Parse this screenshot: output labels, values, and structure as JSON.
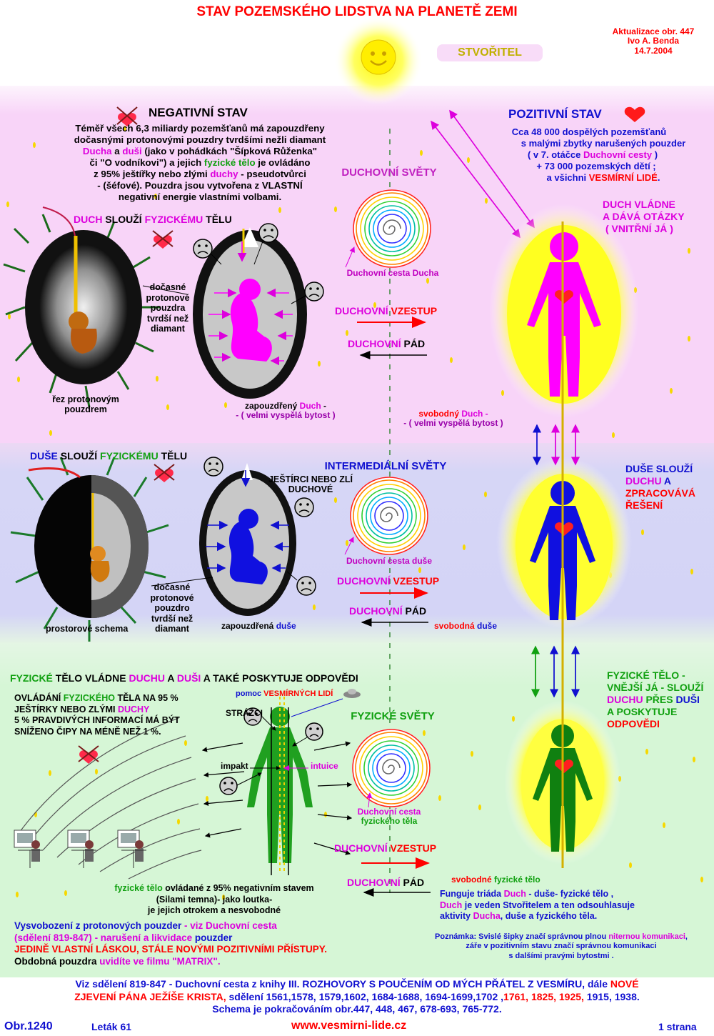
{
  "title": "STAV POZEMSKÉHO LIDSTVA NA PLANETĚ ZEMI",
  "update": {
    "line1": "Aktualizace obr. 447",
    "line2": "Ivo A. Benda",
    "line3": "14.7.2004"
  },
  "creator": "STVOŘITEL",
  "negative": {
    "heading": "NEGATIVNÍ STAV",
    "para": [
      {
        "a": "Téměř všech 6,3 miliardy pozemšťanů má zapouzdřeny"
      },
      {
        "a": "dočasnými  protonovými pouzdry tvrdšími nežli diamant"
      },
      {
        "m1": "Ducha",
        "a": " a ",
        "m2": "duši",
        "b": " (jako v pohádkách \"Šípková Růženka\""
      },
      {
        "a": "či \"O vodníkovi\")  a jejich  ",
        "g": "fyzické tělo",
        "b": " je ovládáno"
      },
      {
        "a": " z 95% ještířky nebo zlými ",
        "m": "duchy",
        "b": "  - pseudotvůrci"
      },
      {
        "a": "- (šéfové). Pouzdra jsou vytvořena z VLASTNÍ"
      },
      {
        "a": "negativní energie vlastními volbami."
      }
    ]
  },
  "positive": {
    "heading": "POZITIVNÍ STAV",
    "line1": "Cca 48 000 dospělých pozemšťanů",
    "line2": "s malými zbytky narušených pouzder",
    "line3a": "( v 7. otáčce ",
    "line3b": "Duchovní cesty",
    "line3c": " )",
    "line4": "+ 73 000 pozemských dětí ;",
    "line5a": "a všichni ",
    "line5b": "VESMÍRNÍ LIDÉ",
    "line5c": "."
  },
  "row1": {
    "heading_a": "DUCH",
    "heading_b": " SLOUŽÍ ",
    "heading_c": "FYZICKÉMU",
    "heading_d": " TĚLU",
    "pod_label": [
      "dočasné",
      "protonové",
      "pouzdra",
      "tvrdší než",
      "diamant"
    ],
    "section_label": [
      "řez protonovým",
      "pouzdrem"
    ],
    "caption_a": "zapouzdřený  ",
    "caption_b": "Duch",
    "caption_c": " -",
    "caption_d": "- ( velmi vyspělá bytost )",
    "world": "DUCHOVNÍ SVĚTY",
    "spiral_label": "Duchovní cesta Ducha",
    "up_a": "DUCHOVNÍ",
    "up_b": " VZESTUP",
    "down_a": "DUCHOVNÍ",
    "down_b": " PÁD",
    "free_a": "svobodný",
    "free_b": "  Duch -",
    "free_c": "- ( velmi vyspělá bytost )",
    "right": [
      "DUCH VLÁDNE",
      "A DÁVÁ OTÁZKY",
      "( VNITŘNÍ JÁ )"
    ]
  },
  "row2": {
    "heading_a": "DUŠE",
    "heading_b": " SLOUŽÍ ",
    "heading_c": "FYZICKÉMU",
    "heading_d": " TĚLU",
    "lizard": [
      "JEŠTÍRCI NEBO ZLÍ",
      "DUCHOVÉ"
    ],
    "pod_label": [
      "dočasné",
      "protonové",
      "pouzdro",
      "tvrdší než",
      "diamant"
    ],
    "section_label": "prostorové schema",
    "caption_a": "zapouzdřená ",
    "caption_b": "duše",
    "world": "INTERMEDIÁLNÍ SVĚTY",
    "spiral_label": "Duchovní cesta duše",
    "up_a": "DUCHOVNÍ",
    "up_b": " VZESTUP",
    "down_a": "DUCHOVNÍ",
    "down_b": " PÁD",
    "free_a": "svobodná",
    "free_b": "  duše",
    "right_a": "DUŠE SLOUŽÍ",
    "right_b": "DUCHU",
    "right_c": " A",
    "right_d": "ZPRACOVÁVÁ",
    "right_e": "ŘEŠENÍ"
  },
  "row3": {
    "heading_a": "FYZICKÉ",
    "heading_b": " TĚLO VLÁDNE ",
    "heading_c": "DUCHU",
    "heading_d": " A ",
    "heading_e": "DUŠI",
    "heading_f": " A TAKÉ POSKYTUJE ODPOVĚDI",
    "ctrl1a": "OVLÁDÁNÍ ",
    "ctrl1b": "FYZICKÉHO",
    "ctrl1c": " TĚLA NA 95 %",
    "ctrl2a": "JEŠTÍRKY NEBO ZLÝMI ",
    "ctrl2b": "DUCHY",
    "ctrl3": "5 % PRAVDIVÝCH INFORMACÍ MÁ BÝT",
    "ctrl4": "SNÍŽENO ČIPY NA MÉNĚ NEŽ 1 %.",
    "help_a": "pomoc ",
    "help_b": "VESMÍRNÝCH LIDÍ",
    "guards": "STRÁŽCI",
    "impact": "impakt",
    "intuition": "intuice",
    "world": "FYZICKÉ SVĚTY",
    "spiral_label1": "Duchovní cesta",
    "spiral_label2": "fyzického těla",
    "up_a": "DUCHOVNÍ",
    "up_b": " VZESTUP",
    "down_a": "DUCHOVNÍ",
    "down_b": " PÁD",
    "body1a": "fyzické tělo",
    "body1b": "  ovládané z 95% negativním  stavem",
    "body2": "(Silami temna)- jako loutka-",
    "body3": "je jejich otrokem a nesvobodné",
    "free_a": "svobodné",
    "free_b": "  fyzické tělo",
    "triad1a": "Funguje triáda ",
    "triad1b": "Duch",
    "triad1c": " - duše- fyzické tělo ,",
    "triad2a": "Duch",
    "triad2b": "  je veden Stvořitelem a ten  odsouhlasuje",
    "triad3a": "aktivity ",
    "triad3b": "Ducha",
    "triad3c": ", duše a  fyzického těla.",
    "right_a": "FYZICKÉ TĚLO -",
    "right_b": "VNĚJŠÍ JÁ - SLOUŽÍ",
    "right_c": "DUCHU",
    "right_d": " PŘES ",
    "right_e": "DUŠI",
    "right_f": "A POSKYTUJE",
    "right_g": "ODPOVĚDI",
    "lib1a": "Vysvobození z  protonových pouzder ",
    "lib1b": "- viz Duchovní cesta",
    "lib2a": "(sdělení 819-847)",
    "lib2b": " - narušení a likvidace ",
    "lib2c": "pouzder",
    "lib3": "JEDINĚ VLASTNÍ LÁSKOU, STÁLE NOVÝMI POZITIVNÍMI PŘÍSTUPY.",
    "lib4a": "Obdobná pouzdra  ",
    "lib4b": "uvidíte ve filmu \"MATRIX\".",
    "note1a": "Poznámka: Svislé šipky značí správnou plnou ",
    "note1b": "niternou komunikaci",
    "note1c": ",",
    "note2": "záře v pozitivním stavu značí správnou  komunikaci",
    "note3": "s dalšími pravými bytostmi ."
  },
  "footer": {
    "line1a": "Viz sdělení 819-847 - Duchovní cesta z knihy III. ROZHOVORY S POUČENÍM OD MÝCH PŘÁTEL Z VESMÍRU, dále ",
    "line1b": "NOVÉ",
    "line2a": "ZJEVENÍ PÁNA JEŽÍŠE KRISTA,",
    "line2b": " sdělení 1561,1578, 1579,1602, 1684-1688, 1694-1699,1702 ,",
    "line2c": "1761, 1825, 1925,",
    "line2d": " 1915, 1938.",
    "line3": "Schema je pokračováním obr.447, 448, 467, 678-693, 765-772.",
    "obr": "Obr.1240",
    "letak": "Leták 61",
    "web": "www.vesmirni-lide.cz",
    "page": "1 strana"
  },
  "colors": {
    "pink_band": "#f8d4f8",
    "blue_band": "#d4d4f6",
    "green_band": "#d6f6d6",
    "red": "#ff0000",
    "blue": "#1010d0",
    "magenta": "#dd00dd",
    "green": "#10a010"
  }
}
